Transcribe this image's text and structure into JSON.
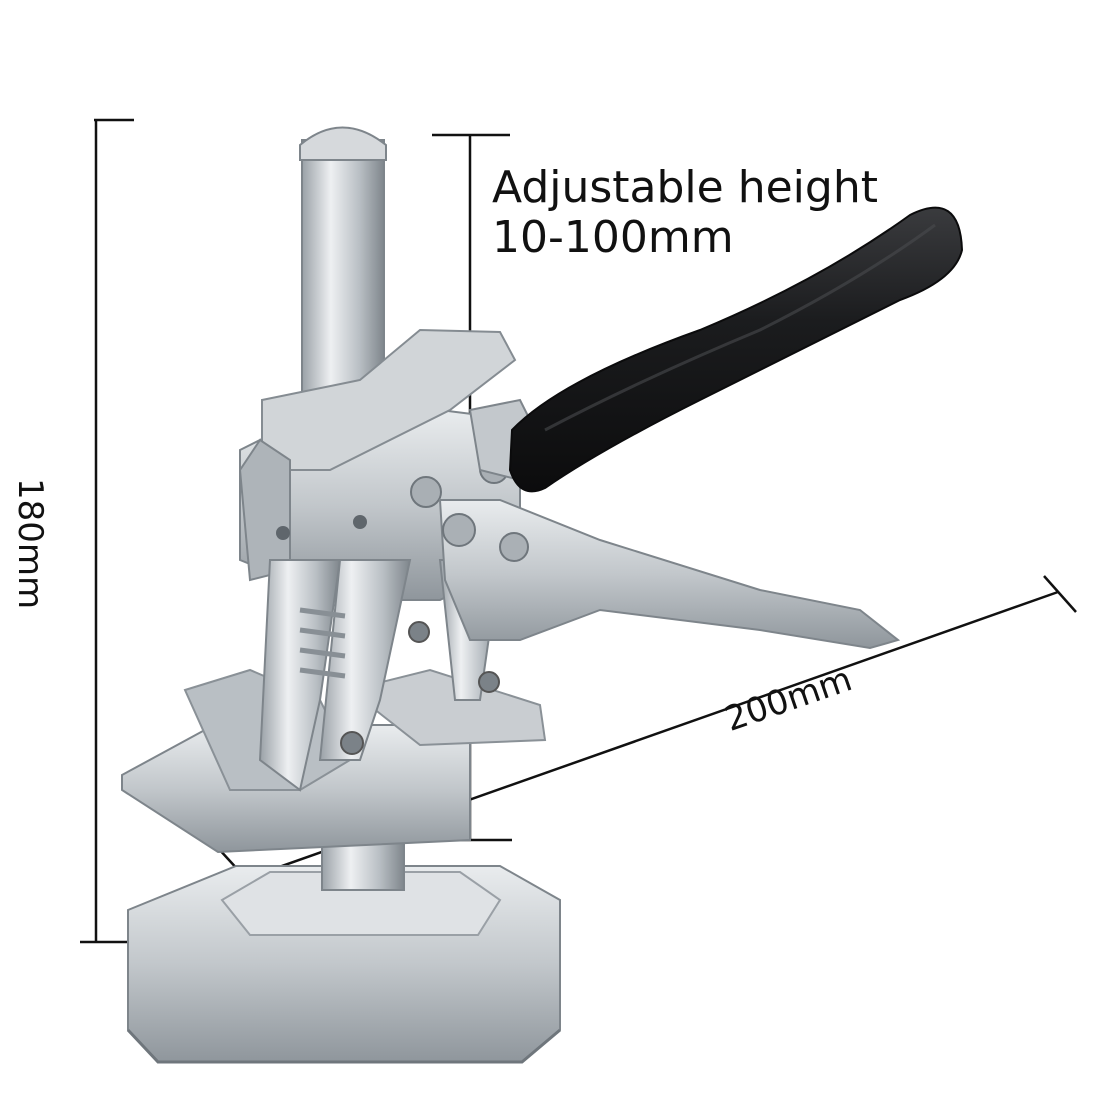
{
  "labels": {
    "adjustable_line1": "Adjustable height",
    "adjustable_line2": "10-100mm",
    "height": "180mm",
    "width": "200mm"
  },
  "colors": {
    "steel": "#c9cdd1",
    "steel_dark": "#8e959b",
    "steel_light": "#eef0f2",
    "grip": "#1e1f21",
    "dim_line": "#111111"
  }
}
